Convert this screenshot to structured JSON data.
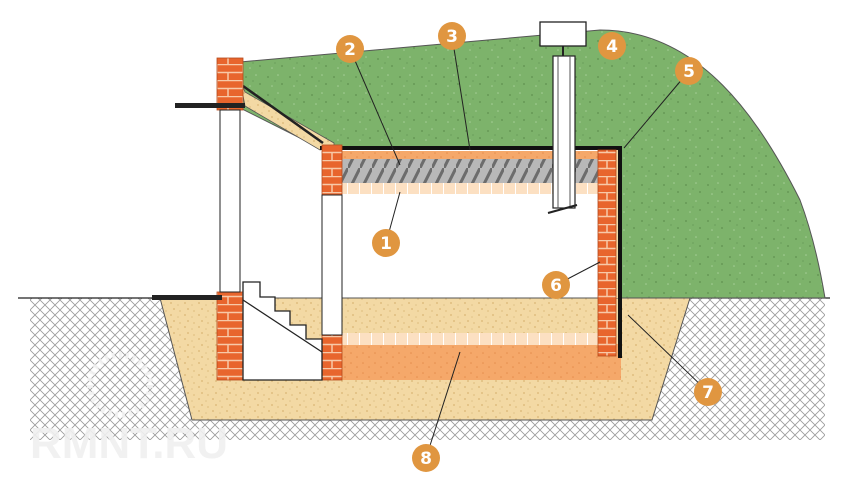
{
  "title": "Cellar cross-section diagram",
  "callouts": [
    {
      "label": "1",
      "part": "ceiling slab lining"
    },
    {
      "label": "2",
      "part": "insulation layer"
    },
    {
      "label": "3",
      "part": "waterproofing over roof"
    },
    {
      "label": "4",
      "part": "soil backfill"
    },
    {
      "label": "5",
      "part": "waterproofing membrane"
    },
    {
      "label": "6",
      "part": "brick wall"
    },
    {
      "label": "7",
      "part": "gravel backfill"
    },
    {
      "label": "8",
      "part": "floor base"
    }
  ],
  "watermark": "RMNT.RU",
  "colors": {
    "soil": "#7db36b",
    "sand": "#f3d9a4",
    "brick": "#e8652d",
    "insulation": "#9c9c9c",
    "callout": "#e09640",
    "floor": "#f5a86a",
    "membrane": "#000000"
  }
}
